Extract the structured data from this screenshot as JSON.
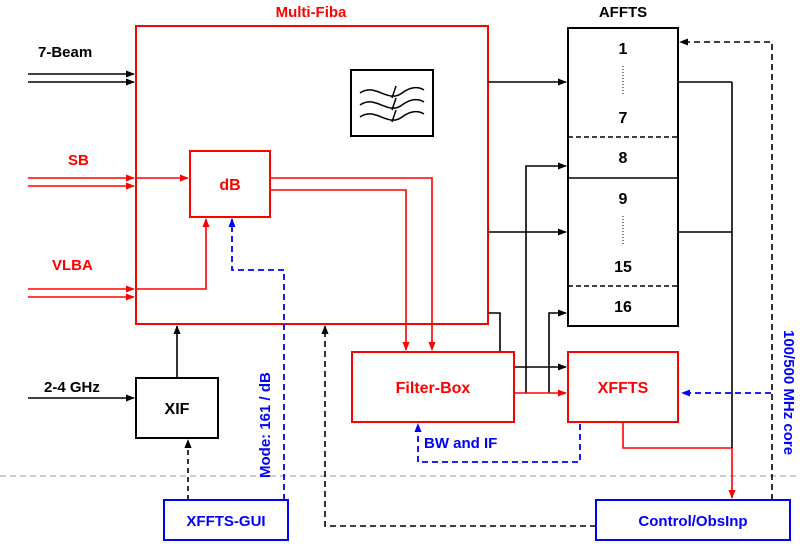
{
  "labels": {
    "multi_fiba": "Multi-Fiba",
    "affts": "AFFTS",
    "beam7": "7-Beam",
    "sb": "SB",
    "vlba": "VLBA",
    "ghz": "2-4 GHz",
    "db": "dB",
    "xif": "XIF",
    "filter_box": "Filter-Box",
    "xffts": "XFFTS",
    "xffts_gui": "XFFTS-GUI",
    "control": "Control/ObsInp",
    "bw_if": "BW and IF",
    "mode": "Mode: 161 / dB",
    "core": "100/500 MHz core"
  },
  "affts_channels": [
    "1",
    "7",
    "8",
    "9",
    "15",
    "16"
  ],
  "colors": {
    "black": "#000000",
    "red": "#ff0000",
    "blue": "#0000ff",
    "separator": "#999999"
  }
}
